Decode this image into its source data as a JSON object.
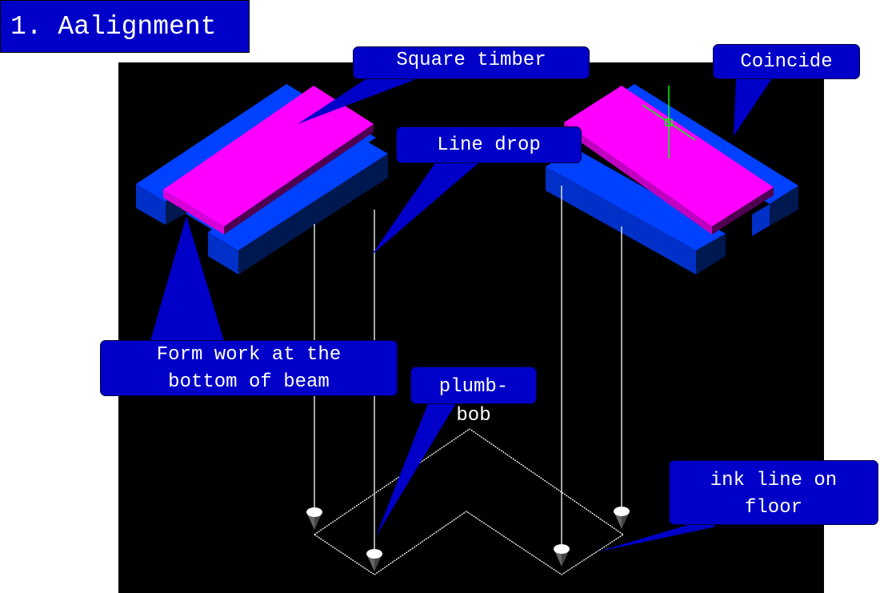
{
  "title": "1. Aalignment",
  "labels": {
    "square_timber": "Square timber",
    "line_drop": "Line drop",
    "coincide": "Coincide",
    "formwork_line1": "Form work at the",
    "formwork_line2": "bottom of beam",
    "plumb_bob_line1": "plumb-",
    "plumb_bob_line2": "bob",
    "ink_line_line1": "ink line on",
    "ink_line_line2": "floor"
  },
  "colors": {
    "callout": "#0000c8",
    "background": "#000000",
    "beam": "#0040ff",
    "timber": "#ff00ff",
    "crosshair": "#00ff00"
  }
}
